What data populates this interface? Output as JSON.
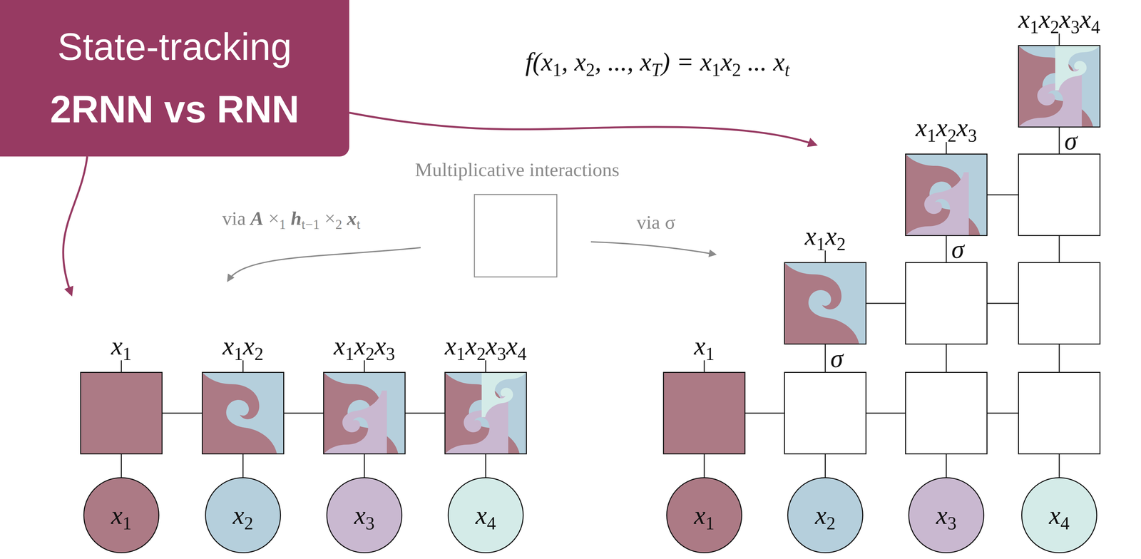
{
  "diagram": {
    "nodes": [
      {
        "text": [
          "State-tracking",
          "2RNN vs RNN"
        ]
      },
      {
        "text": [
          "x1"
        ]
      },
      {
        "text": [
          "x1x2"
        ]
      },
      {
        "text": [
          "x1x2x3"
        ]
      },
      {
        "text": [
          "x1x2x3x4"
        ]
      },
      {
        "text": [
          "x1"
        ]
      },
      {
        "text": [
          "x2"
        ]
      },
      {
        "text": [
          "x3"
        ]
      },
      {
        "text": [
          "x4"
        ]
      },
      {
        "text": [
          "x1x2x3x4"
        ]
      },
      {
        "text": [
          "x1x2x3"
        ]
      },
      {
        "text": []
      },
      {
        "text": [
          "x1x2"
        ]
      },
      {
        "text": []
      },
      {
        "text": []
      },
      {
        "text": [
          "x1"
        ]
      },
      {
        "text": []
      },
      {
        "text": []
      },
      {
        "text": []
      },
      {
        "text": [
          "x1"
        ]
      },
      {
        "text": [
          "x2"
        ]
      },
      {
        "text": [
          "x3"
        ]
      },
      {
        "text": [
          "x4"
        ]
      }
    ],
    "edges": [
      {
        "from": 5,
        "to": 1,
        "arrow": "none"
      },
      {
        "from": 6,
        "to": 2,
        "arrow": "none"
      },
      {
        "from": 7,
        "to": 3,
        "arrow": "none"
      },
      {
        "from": 8,
        "to": 4,
        "arrow": "none"
      },
      {
        "from": 1,
        "to": 2,
        "arrow": "none"
      },
      {
        "from": 2,
        "to": 3,
        "arrow": "none"
      },
      {
        "from": 3,
        "to": 4,
        "arrow": "none"
      },
      {
        "from": 19,
        "to": 15,
        "arrow": "none"
      },
      {
        "from": 20,
        "to": 16,
        "arrow": "none"
      },
      {
        "from": 21,
        "to": 17,
        "arrow": "none"
      },
      {
        "from": 22,
        "to": 18,
        "arrow": "none"
      },
      {
        "from": 15,
        "to": 16,
        "arrow": "none"
      },
      {
        "from": 16,
        "to": 17,
        "arrow": "none"
      },
      {
        "from": 17,
        "to": 18,
        "arrow": "none"
      },
      {
        "from": 16,
        "to": 12,
        "label": "σ",
        "arrow": "none"
      },
      {
        "from": 17,
        "to": 13,
        "arrow": "none"
      },
      {
        "from": 18,
        "to": 14,
        "arrow": "none"
      },
      {
        "from": 12,
        "to": 13,
        "arrow": "none"
      },
      {
        "from": 13,
        "to": 14,
        "arrow": "none"
      },
      {
        "from": 13,
        "to": 10,
        "label": "σ",
        "arrow": "none"
      },
      {
        "from": 14,
        "to": 11,
        "arrow": "none"
      },
      {
        "from": 10,
        "to": 11,
        "arrow": "none"
      },
      {
        "from": 11,
        "to": 9,
        "label": "σ",
        "arrow": "none"
      }
    ],
    "labels": [
      "f(x1, x2, ..., xT) = x1x2 ... xt",
      "Multiplicative interactions",
      "via A ×1 ht−1 ×2 xt",
      "via σ"
    ]
  }
}
